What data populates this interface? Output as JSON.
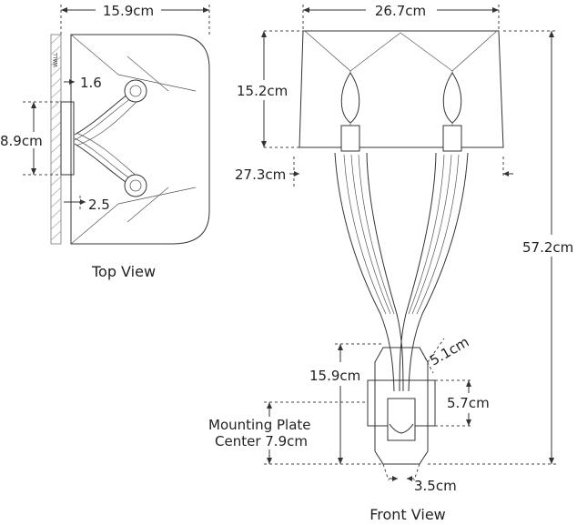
{
  "top_view": {
    "caption": "Top View",
    "wall_label": "WALL",
    "width_label": "15.9cm",
    "depth_a_label": "1.6",
    "plate_height_label": "8.9cm",
    "depth_b_label": "2.5"
  },
  "front_view": {
    "caption": "Front View",
    "shade_width_label": "26.7cm",
    "shade_height_label": "15.2cm",
    "shade_bottom_width_label": "27.3cm",
    "overall_height_label": "57.2cm",
    "base_upper_label": "5.1cm",
    "base_height_label": "15.9cm",
    "plate_height_label": "5.7cm",
    "mounting_center_line1": "Mounting Plate",
    "mounting_center_line2": "Center 7.9cm",
    "base_width_label": "3.5cm"
  }
}
